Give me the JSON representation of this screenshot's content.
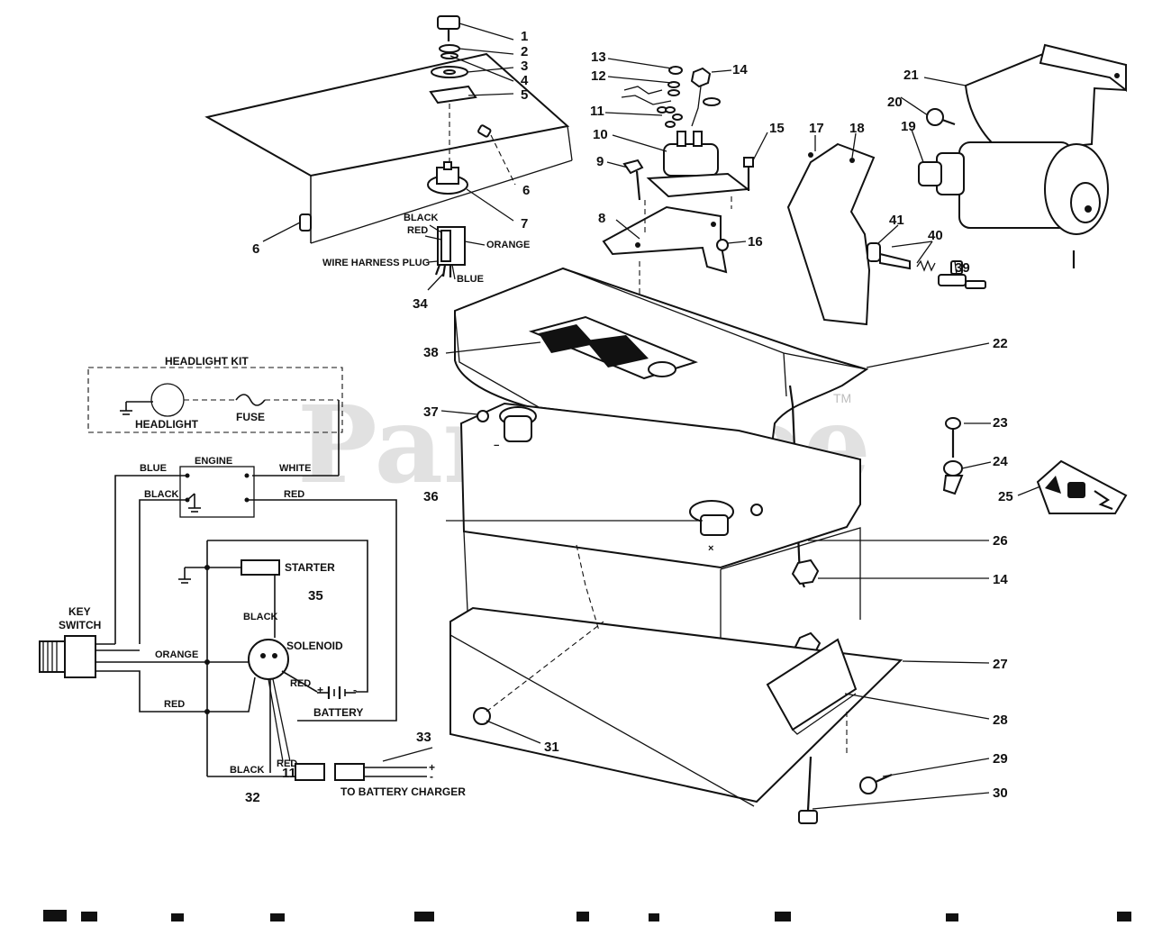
{
  "watermark": {
    "text": "PartsTree",
    "tm": "TM"
  },
  "callouts": [
    {
      "id": "c1",
      "label": "1"
    },
    {
      "id": "c2",
      "label": "2"
    },
    {
      "id": "c3",
      "label": "3"
    },
    {
      "id": "c4",
      "label": "4"
    },
    {
      "id": "c5",
      "label": "5"
    },
    {
      "id": "c6a",
      "label": "6"
    },
    {
      "id": "c6b",
      "label": "6"
    },
    {
      "id": "c7",
      "label": "7"
    },
    {
      "id": "c8",
      "label": "8"
    },
    {
      "id": "c9",
      "label": "9"
    },
    {
      "id": "c10",
      "label": "10"
    },
    {
      "id": "c11a",
      "label": "11"
    },
    {
      "id": "c11b",
      "label": "11"
    },
    {
      "id": "c12",
      "label": "12"
    },
    {
      "id": "c13",
      "label": "13"
    },
    {
      "id": "c14a",
      "label": "14"
    },
    {
      "id": "c14b",
      "label": "14"
    },
    {
      "id": "c15",
      "label": "15"
    },
    {
      "id": "c16",
      "label": "16"
    },
    {
      "id": "c17",
      "label": "17"
    },
    {
      "id": "c18",
      "label": "18"
    },
    {
      "id": "c19",
      "label": "19"
    },
    {
      "id": "c20",
      "label": "20"
    },
    {
      "id": "c21",
      "label": "21"
    },
    {
      "id": "c22",
      "label": "22"
    },
    {
      "id": "c23",
      "label": "23"
    },
    {
      "id": "c24",
      "label": "24"
    },
    {
      "id": "c25",
      "label": "25"
    },
    {
      "id": "c26",
      "label": "26"
    },
    {
      "id": "c27",
      "label": "27"
    },
    {
      "id": "c28",
      "label": "28"
    },
    {
      "id": "c29",
      "label": "29"
    },
    {
      "id": "c30",
      "label": "30"
    },
    {
      "id": "c31",
      "label": "31"
    },
    {
      "id": "c32",
      "label": "32"
    },
    {
      "id": "c33",
      "label": "33"
    },
    {
      "id": "c34",
      "label": "34"
    },
    {
      "id": "c35",
      "label": "35"
    },
    {
      "id": "c36",
      "label": "36"
    },
    {
      "id": "c37",
      "label": "37"
    },
    {
      "id": "c38",
      "label": "38"
    },
    {
      "id": "c39",
      "label": "39"
    },
    {
      "id": "c40",
      "label": "40"
    },
    {
      "id": "c41",
      "label": "41"
    }
  ],
  "plug_labels": {
    "black": "BLACK",
    "red": "RED",
    "orange": "ORANGE",
    "blue": "BLUE",
    "wire_harness_plug": "WIRE HARNESS PLUG"
  },
  "schematic": {
    "headlight_kit": "HEADLIGHT KIT",
    "headlight": "HEADLIGHT",
    "fuse": "FUSE",
    "engine": "ENGINE",
    "key_switch_1": "KEY",
    "key_switch_2": "SWITCH",
    "starter": "STARTER",
    "solenoid": "SOLENOID",
    "battery": "BATTERY",
    "to_battery_charger": "TO BATTERY CHARGER",
    "wires": {
      "blue": "BLUE",
      "black_1": "BLACK",
      "white": "WHITE",
      "red_1": "RED",
      "black_2": "BLACK",
      "orange": "ORANGE",
      "red_2": "RED",
      "red_3": "RED",
      "black_3": "BLACK",
      "red_4": "RED"
    },
    "plus": "+",
    "minus": "-"
  }
}
